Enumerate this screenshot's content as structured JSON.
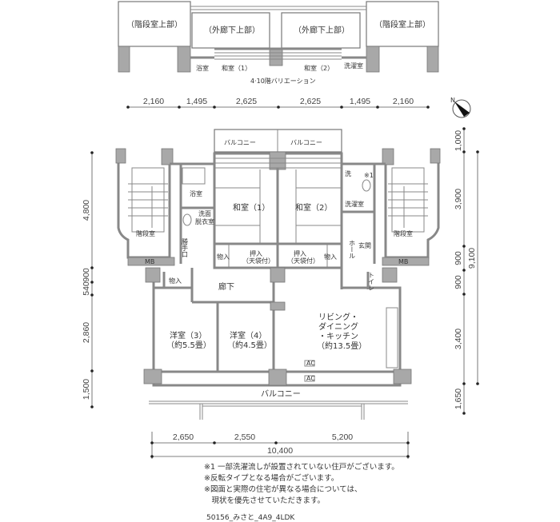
{
  "variation": {
    "caption": "4·10階バリエーション",
    "labels": {
      "stair_top_left": "（階段室上部）",
      "corridor_top_left": "（外廊下上部）",
      "corridor_top_right": "（外廊下上部）",
      "stair_top_right": "（階段室上部）",
      "bath": "浴室",
      "washitsu1": "和室（1）",
      "washitsu2": "和室（2）",
      "laundry": "洗濯室"
    }
  },
  "top_dimensions": [
    "2,160",
    "1,495",
    "2,625",
    "2,625",
    "1,495",
    "2,160"
  ],
  "compass": {
    "label": "N"
  },
  "right_dimensions": [
    "1,000",
    "3,900",
    "900",
    "900",
    "3,400",
    "1,650"
  ],
  "right_total": "9,100",
  "left_dimensions": [
    "4,800",
    "900",
    "540",
    "2,860",
    "1,500"
  ],
  "bottom_dimensions": [
    "2,650",
    "2,550",
    "5,200"
  ],
  "bottom_total": "10,400",
  "rooms": {
    "balcony_top_left": "バルコニー",
    "balcony_top_right": "バルコニー",
    "washitsu1": "和室（1）",
    "washitsu2": "和室（2）",
    "bath": "浴室",
    "washroom": "洗面\n脱衣室",
    "washroom_1": "洗面",
    "washroom_2": "脱衣室",
    "stair_left": "階段室",
    "stair_right": "階段室",
    "mb_left": "MB",
    "mb_right": "MB",
    "service_door": "勝手口",
    "storage_left": "物入",
    "storage_mid_left": "物入",
    "storage_mid_right": "物入",
    "oshiire1": "押入",
    "oshiire1_sub": "（天袋付）",
    "oshiire2": "押入",
    "oshiire2_sub": "（天袋付）",
    "laundry": "洗濯室",
    "wash_mark": "洗",
    "note_mark": "※1",
    "entrance": "玄関",
    "hall": "ホール",
    "toilet": "トイレ",
    "corridor": "廊下",
    "yoshitsu3": "洋室（3）",
    "yoshitsu3_size": "（約5.5畳）",
    "yoshitsu4": "洋室（4）",
    "yoshitsu4_size": "（約4.5畳）",
    "ldk_1": "リビング・",
    "ldk_2": "ダイニング",
    "ldk_3": "・キッチン",
    "ldk_size": "（約13.5畳）",
    "ac1": "AC",
    "ac2": "AC",
    "balcony_bottom": "バルコニー"
  },
  "notes": [
    "※1 一部洗濯流しが設置されていない住戸がございます。",
    "※反転タイプとなる場合がございます。",
    "※図面と実際の住宅が異なる場合については、",
    "　現状を優先させていただきます。"
  ],
  "code": "50156_みさと_4A9_4LDK"
}
